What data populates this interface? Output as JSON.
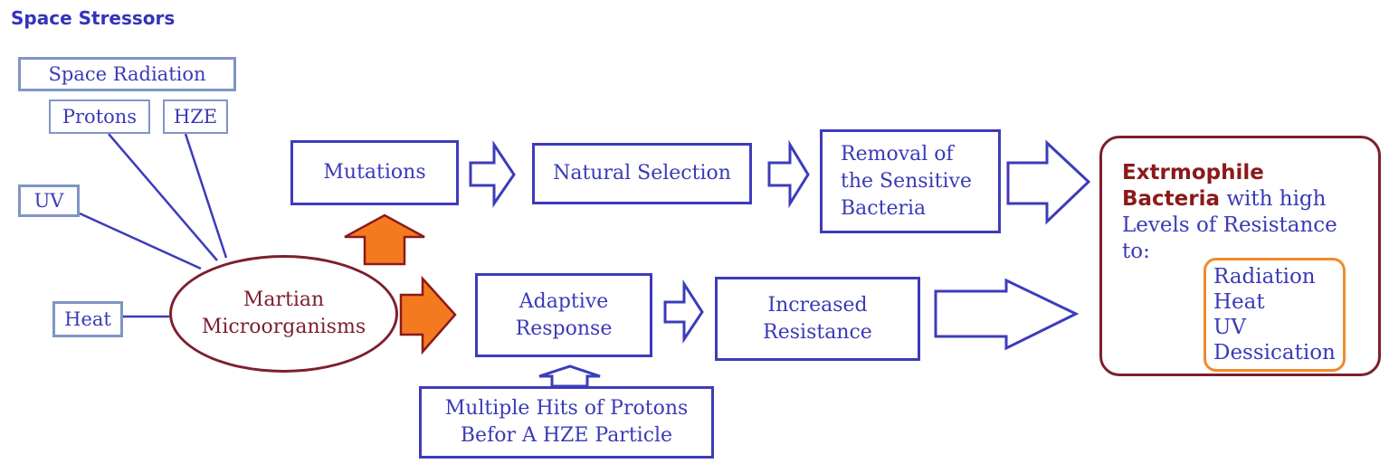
{
  "title": "Space Stressors",
  "stressors": {
    "space_radiation": "Space Radiation",
    "protons": "Protons",
    "hze": "HZE",
    "uv": "UV",
    "heat": "Heat"
  },
  "source_node": [
    "Martian",
    "Microorganisms"
  ],
  "upper_path": {
    "mutations": "Mutations",
    "natural_selection": "Natural Selection",
    "removal": [
      "Removal of",
      "the Sensitive",
      "Bacteria"
    ]
  },
  "lower_path": {
    "adaptive": [
      "Adaptive",
      "Response"
    ],
    "increased": [
      "Increased",
      "Resistance"
    ],
    "multiple_hits": [
      "Multiple Hits of Protons",
      "Befor A HZE Particle"
    ]
  },
  "result": {
    "bold_line1": "Extrmophile",
    "bold_word": "Bacteria",
    "rest_line2": " with high",
    "line3": "Levels of Resistance",
    "line4": "to:",
    "resistances": [
      "Radiation",
      "Heat",
      "UV",
      "Dessication"
    ]
  },
  "colors": {
    "process_blue": "#3c3cba",
    "stressor_border": "#7f95c4",
    "maroon": "#7d1f2e",
    "orange_arrow": "#f47a20",
    "orange_border": "#f08a2c"
  }
}
